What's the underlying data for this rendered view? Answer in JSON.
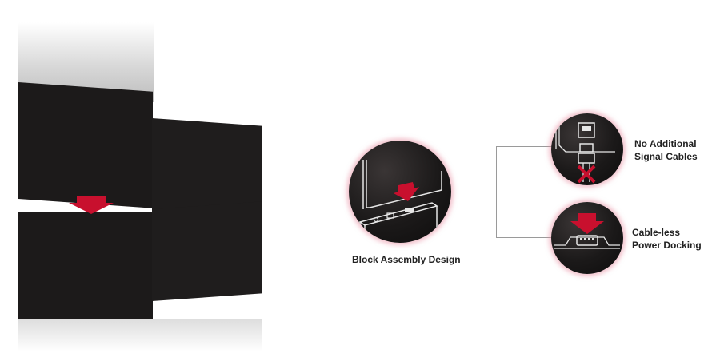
{
  "illustration": {
    "name": "LED video wall block assembly",
    "arrow_color": "#c8102e",
    "panel_color": "#1c1a1a"
  },
  "features": {
    "main": {
      "label": "Block Assembly Design",
      "icon": "block-assembly-icon"
    },
    "items": [
      {
        "label_line1": "No Additional",
        "label_line2": "Signal Cables",
        "icon": "no-signal-cable-icon"
      },
      {
        "label_line1": "Cable-less",
        "label_line2": "Power Docking",
        "icon": "power-docking-icon"
      }
    ]
  },
  "colors": {
    "accent": "#c8102e",
    "glow": "#e88ca0",
    "connector": "#9a9a9a",
    "text": "#222222"
  }
}
